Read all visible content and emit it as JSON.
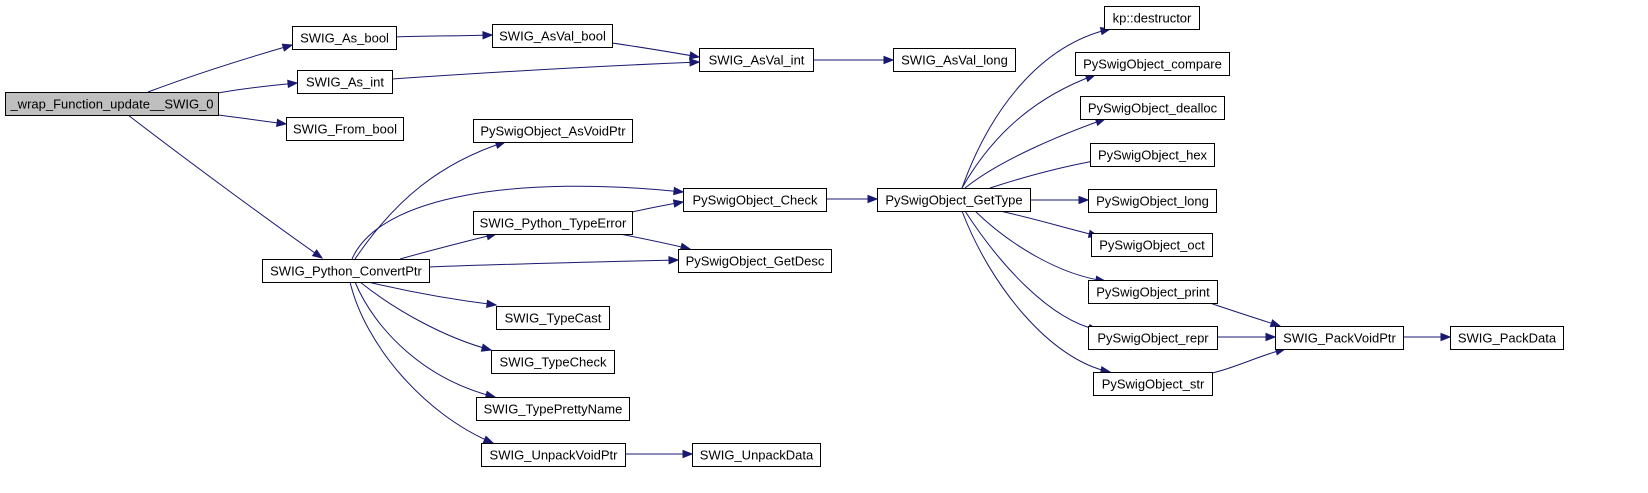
{
  "graph": {
    "root": "n0",
    "nodes": [
      {
        "id": "n0",
        "label": "_wrap_Function_update__SWIG_0"
      },
      {
        "id": "n1",
        "label": "SWIG_As_bool"
      },
      {
        "id": "n2",
        "label": "SWIG_AsVal_bool"
      },
      {
        "id": "n3",
        "label": "SWIG_AsVal_int"
      },
      {
        "id": "n4",
        "label": "SWIG_AsVal_long"
      },
      {
        "id": "n5",
        "label": "SWIG_As_int"
      },
      {
        "id": "n6",
        "label": "SWIG_From_bool"
      },
      {
        "id": "n7",
        "label": "SWIG_Python_ConvertPtr"
      },
      {
        "id": "n8",
        "label": "PySwigObject_AsVoidPtr"
      },
      {
        "id": "n9",
        "label": "PySwigObject_Check"
      },
      {
        "id": "n10",
        "label": "SWIG_Python_TypeError"
      },
      {
        "id": "n11",
        "label": "PySwigObject_GetDesc"
      },
      {
        "id": "n12",
        "label": "SWIG_TypeCast"
      },
      {
        "id": "n13",
        "label": "SWIG_TypeCheck"
      },
      {
        "id": "n14",
        "label": "SWIG_TypePrettyName"
      },
      {
        "id": "n15",
        "label": "SWIG_UnpackVoidPtr"
      },
      {
        "id": "n16",
        "label": "SWIG_UnpackData"
      },
      {
        "id": "n17",
        "label": "PySwigObject_GetType"
      },
      {
        "id": "n18",
        "label": "kp::destructor"
      },
      {
        "id": "n19",
        "label": "PySwigObject_compare"
      },
      {
        "id": "n20",
        "label": "PySwigObject_dealloc"
      },
      {
        "id": "n21",
        "label": "PySwigObject_hex"
      },
      {
        "id": "n22",
        "label": "PySwigObject_long"
      },
      {
        "id": "n23",
        "label": "PySwigObject_oct"
      },
      {
        "id": "n24",
        "label": "PySwigObject_print"
      },
      {
        "id": "n25",
        "label": "PySwigObject_repr"
      },
      {
        "id": "n26",
        "label": "PySwigObject_str"
      },
      {
        "id": "n27",
        "label": "SWIG_PackVoidPtr"
      },
      {
        "id": "n28",
        "label": "SWIG_PackData"
      }
    ],
    "edges": [
      {
        "from": "n0",
        "to": "n1"
      },
      {
        "from": "n0",
        "to": "n5"
      },
      {
        "from": "n0",
        "to": "n6"
      },
      {
        "from": "n0",
        "to": "n7"
      },
      {
        "from": "n1",
        "to": "n2"
      },
      {
        "from": "n2",
        "to": "n3"
      },
      {
        "from": "n5",
        "to": "n3"
      },
      {
        "from": "n3",
        "to": "n4"
      },
      {
        "from": "n7",
        "to": "n8"
      },
      {
        "from": "n7",
        "to": "n9"
      },
      {
        "from": "n7",
        "to": "n10"
      },
      {
        "from": "n7",
        "to": "n11"
      },
      {
        "from": "n7",
        "to": "n12"
      },
      {
        "from": "n7",
        "to": "n13"
      },
      {
        "from": "n7",
        "to": "n14"
      },
      {
        "from": "n7",
        "to": "n15"
      },
      {
        "from": "n10",
        "to": "n9"
      },
      {
        "from": "n10",
        "to": "n11"
      },
      {
        "from": "n15",
        "to": "n16"
      },
      {
        "from": "n9",
        "to": "n17"
      },
      {
        "from": "n17",
        "to": "n18"
      },
      {
        "from": "n17",
        "to": "n19"
      },
      {
        "from": "n17",
        "to": "n20"
      },
      {
        "from": "n17",
        "to": "n21"
      },
      {
        "from": "n17",
        "to": "n22"
      },
      {
        "from": "n17",
        "to": "n23"
      },
      {
        "from": "n17",
        "to": "n24"
      },
      {
        "from": "n17",
        "to": "n25"
      },
      {
        "from": "n17",
        "to": "n26"
      },
      {
        "from": "n24",
        "to": "n27"
      },
      {
        "from": "n25",
        "to": "n27"
      },
      {
        "from": "n26",
        "to": "n27"
      },
      {
        "from": "n27",
        "to": "n28"
      }
    ]
  },
  "colors": {
    "edge": "#191970",
    "node_border": "#000000",
    "node_fill": "#ffffff",
    "root_fill": "#bfbfbf",
    "text": "#000000"
  }
}
